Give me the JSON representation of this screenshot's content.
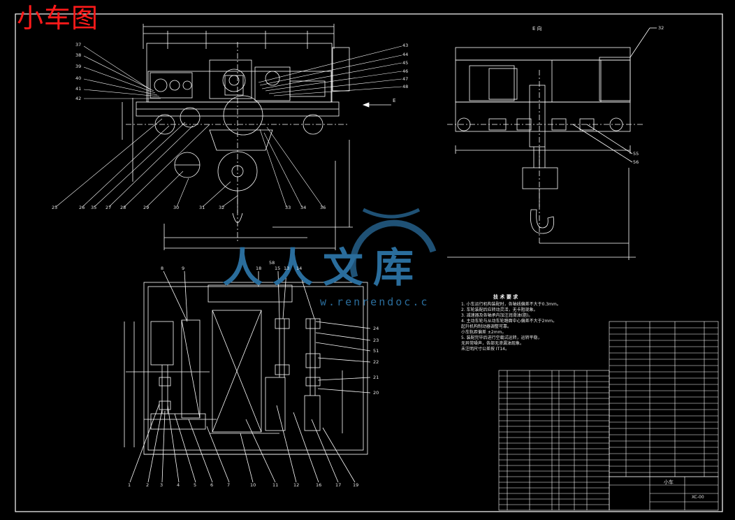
{
  "title": "小车图",
  "watermark": {
    "brand": "人人文库",
    "url": "w.renrendoc.c"
  },
  "view_labels": {
    "side_view": "E 向",
    "arrow_label": "E"
  },
  "callouts_top": [
    "37",
    "38",
    "39",
    "40",
    "41",
    "42",
    "43",
    "44",
    "45",
    "46",
    "47",
    "48"
  ],
  "callouts_bottom": [
    "25",
    "26",
    "35",
    "27",
    "28",
    "29",
    "30",
    "31",
    "32",
    "33",
    "34",
    "36"
  ],
  "callouts_plan_top": [
    "8",
    "9",
    "18",
    "58",
    "15",
    "13",
    "14"
  ],
  "callouts_plan_right": [
    "24",
    "23",
    "51",
    "22",
    "21",
    "20"
  ],
  "callouts_plan_bottom": [
    "1",
    "2",
    "3",
    "4",
    "5",
    "6",
    "7",
    "10",
    "11",
    "12",
    "16",
    "17",
    "19"
  ],
  "callouts_side": [
    "32",
    "55",
    "56"
  ],
  "tech_req": {
    "title": "技 术 要 求",
    "lines": [
      "1. 小车运行机构装配时，各轴线偏差不大于0.3mm。",
      "2. 车轮装配后应转动灵活，无卡阻现象。",
      "3. 减速器及各轴承内加注润滑油(脂)。",
      "4. 主动车轮与从动车轮踏面中心偏差不大于2mm。",
      "   起升机构制动器调整可靠。",
      "   小车轨距偏差 ±2mm。",
      "5. 装配完毕后进行空载试运转，运转平稳，",
      "   无异常噪声，各部无渗漏油现象。",
      "   未注明尺寸公差按 IT14。"
    ]
  },
  "title_block": {
    "drawing_name": "小车",
    "drawing_no": "XC-00"
  }
}
